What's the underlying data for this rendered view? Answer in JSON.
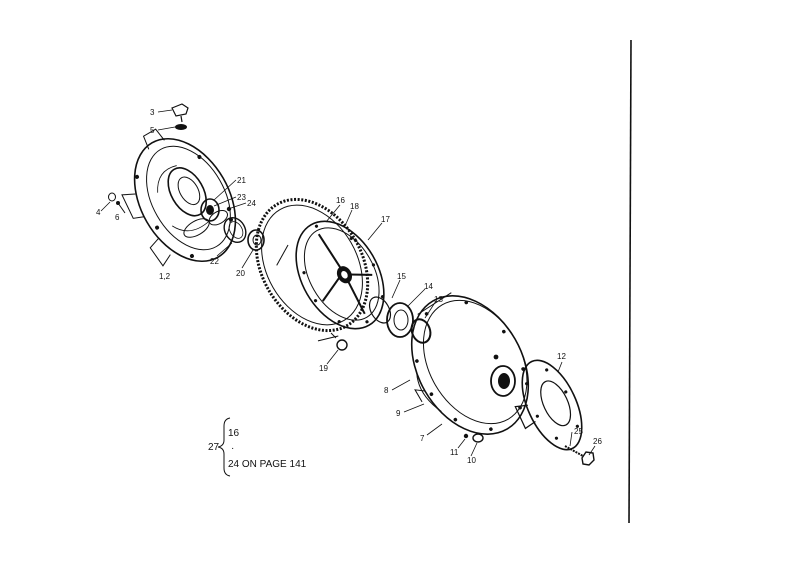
{
  "callouts": [
    {
      "id": "c3",
      "text": "3"
    },
    {
      "id": "c5",
      "text": "5"
    },
    {
      "id": "c21",
      "text": "21"
    },
    {
      "id": "c23",
      "text": "23"
    },
    {
      "id": "c24",
      "text": "24"
    },
    {
      "id": "c4",
      "text": "4"
    },
    {
      "id": "c6",
      "text": "6"
    },
    {
      "id": "c12a",
      "text": "1,2"
    },
    {
      "id": "c22",
      "text": "22"
    },
    {
      "id": "c20",
      "text": "20"
    },
    {
      "id": "c16",
      "text": "16"
    },
    {
      "id": "c18",
      "text": "18"
    },
    {
      "id": "c17",
      "text": "17"
    },
    {
      "id": "c15",
      "text": "15"
    },
    {
      "id": "c14",
      "text": "14"
    },
    {
      "id": "c13",
      "text": "13"
    },
    {
      "id": "c19",
      "text": "19"
    },
    {
      "id": "c8",
      "text": "8"
    },
    {
      "id": "c9",
      "text": "9"
    },
    {
      "id": "c7",
      "text": "7"
    },
    {
      "id": "c11",
      "text": "11"
    },
    {
      "id": "c10",
      "text": "10"
    },
    {
      "id": "c12b",
      "text": "12"
    },
    {
      "id": "c25",
      "text": "25"
    },
    {
      "id": "c26",
      "text": "26"
    }
  ],
  "legend": {
    "group_number": "27",
    "first_item": "16",
    "separator": "·",
    "last_item": "24 ON PAGE 141"
  }
}
